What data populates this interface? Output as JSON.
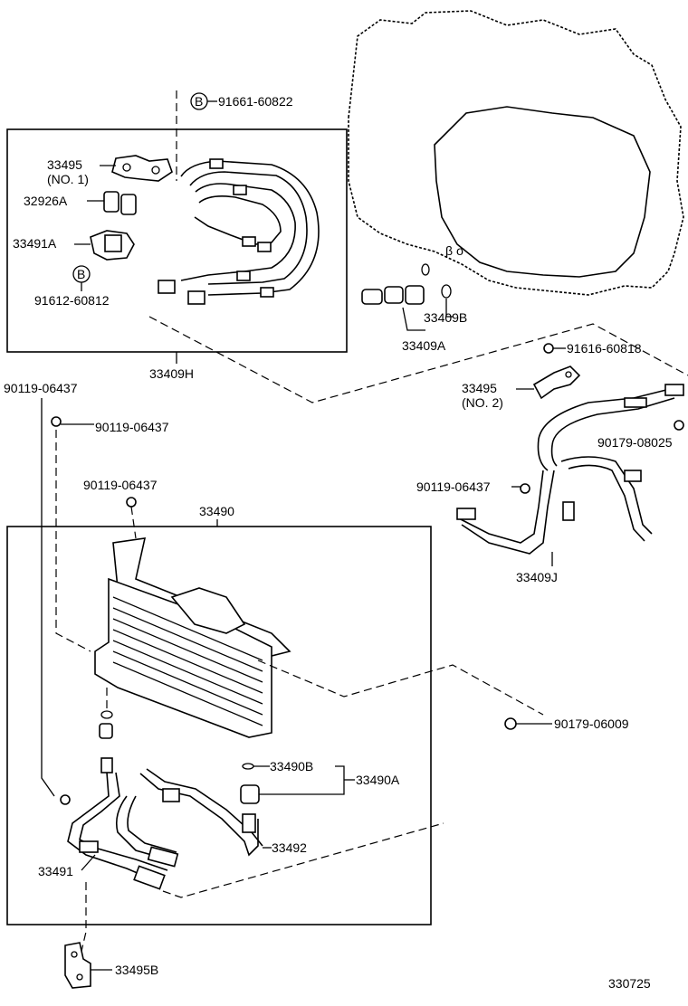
{
  "diagram": {
    "figure_number": "330725",
    "labels": {
      "b_top": "91661-60822",
      "b_mark": "B",
      "p33495_no1": "33495",
      "p33495_no1_sub": "(NO. 1)",
      "p32926a": "32926A",
      "p33491a": "33491A",
      "b_left_mark": "B",
      "b_left": "91612-60812",
      "p33409h": "33409H",
      "p33409b": "33409B",
      "p33409a": "33409A",
      "p91616": "91616-60818",
      "p33495_no2": "33495",
      "p33495_no2_sub": "(NO. 2)",
      "p90179_08025": "90179-08025",
      "p90119_a": "90119-06437",
      "p90119_b": "90119-06437",
      "p90119_c": "90119-06437",
      "p90119_d": "90119-06437",
      "p33409j": "33409J",
      "p33490": "33490",
      "p90179_06009": "90179-06009",
      "p33490b": "33490B",
      "p33490a": "33490A",
      "p33492": "33492",
      "p33491": "33491",
      "p33495b": "33495B"
    }
  }
}
